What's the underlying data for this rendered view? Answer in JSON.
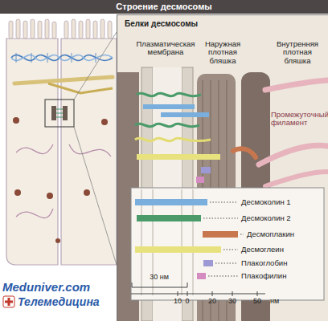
{
  "diagram": {
    "title": "Строение десмосомы",
    "nodes": [
      {
        "text": [
          "Белки десмосомы"
        ]
      }
    ],
    "labels": [
      "Плазматическая мембрана",
      "Наружная плотная бляшка",
      "Внутренняя плотная бляшка",
      "Промежуточный филамент",
      "30 нм",
      "10",
      "0",
      "20",
      "30",
      "50",
      "нм",
      "Meduniver.com",
      "Телемедицина"
    ],
    "legend": [
      {
        "text": "Десмоколин 1",
        "color": "#7aaedc"
      },
      {
        "text": "Десмоколин 2",
        "color": "#4a9a6a"
      },
      {
        "text": "Десмоплакин",
        "color": "#c8764e"
      },
      {
        "text": "Десмоглеин",
        "color": "#e8e27e"
      },
      {
        "text": "Плакоглобин",
        "color": "#9d99d4"
      },
      {
        "text": "Плакофилин",
        "color": "#d48bc0"
      }
    ]
  }
}
